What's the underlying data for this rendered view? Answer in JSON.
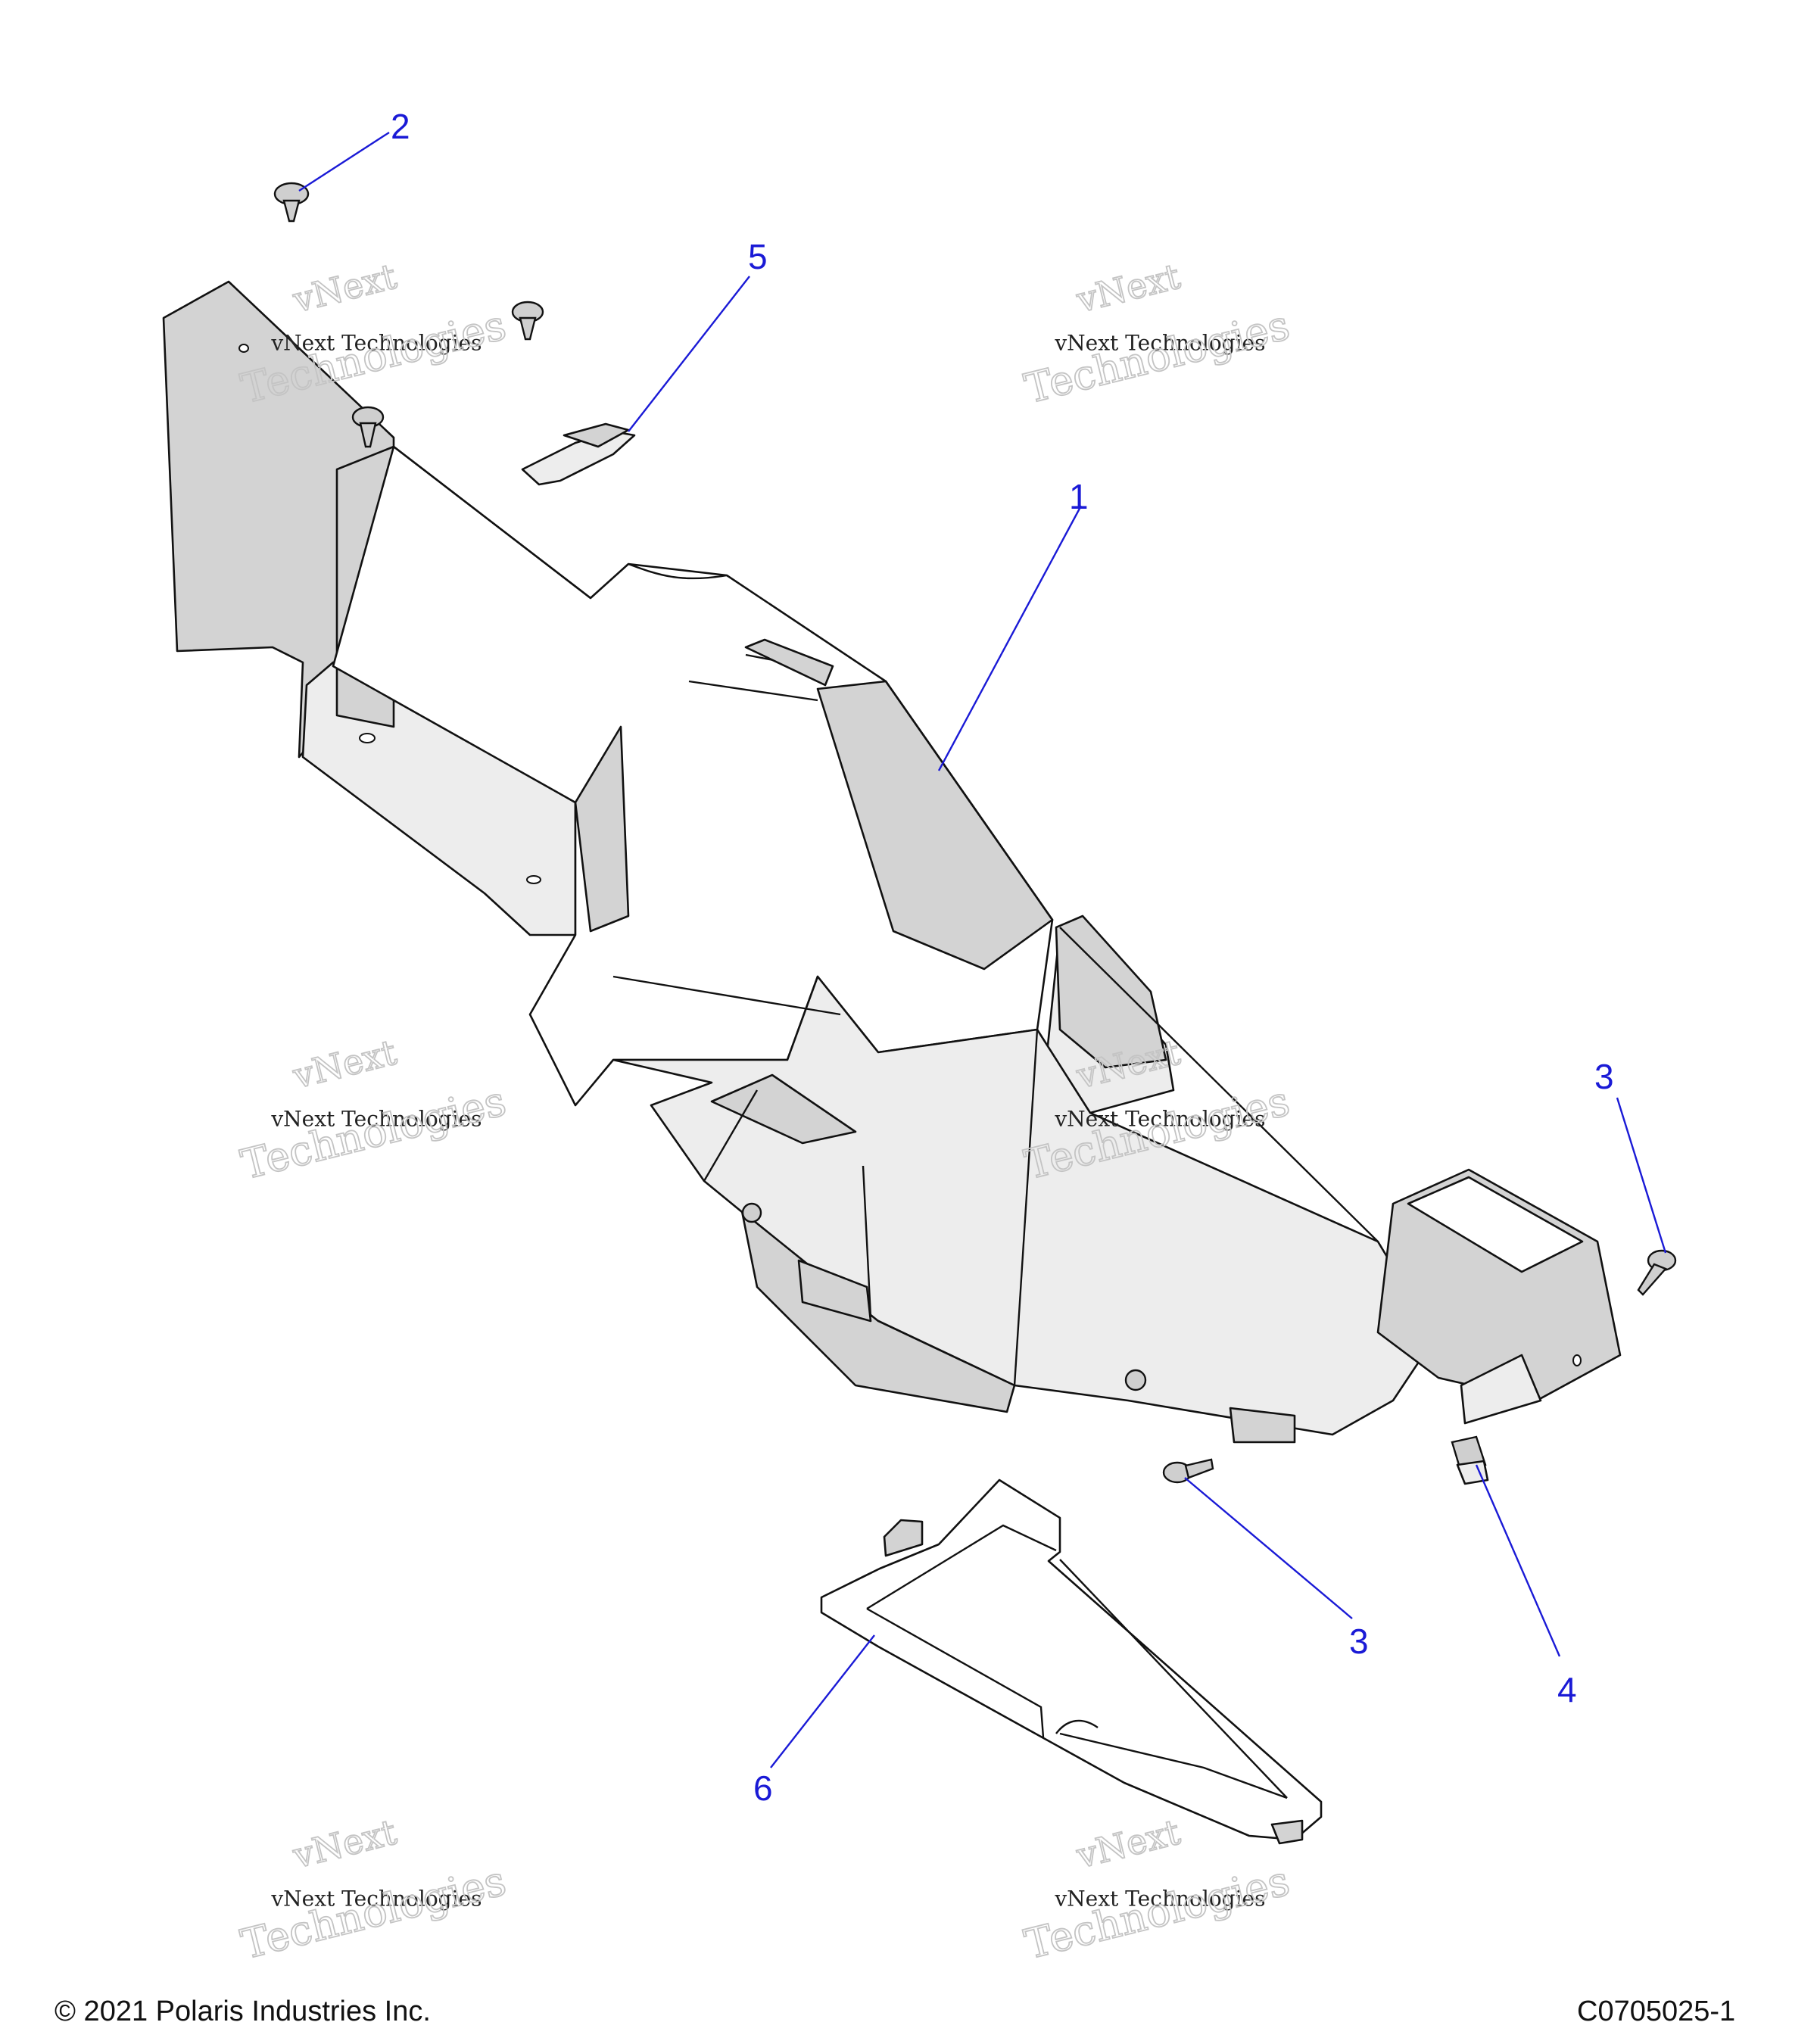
{
  "callouts": {
    "c1": "1",
    "c2": "2",
    "c3_top": "3",
    "c3_bottom": "3",
    "c4": "4",
    "c5": "5",
    "c6": "6"
  },
  "watermark": {
    "line1": "vNext",
    "line2": "vNext Technologies",
    "line3": "Technologies"
  },
  "footer": {
    "copyright": "© 2021 Polaris Industries Inc.",
    "drawing_id": "C0705025-1"
  },
  "colors": {
    "callout": "#1a1ad6",
    "part_fill": "#d3d3d3",
    "watermark": "#c4c4c4"
  }
}
